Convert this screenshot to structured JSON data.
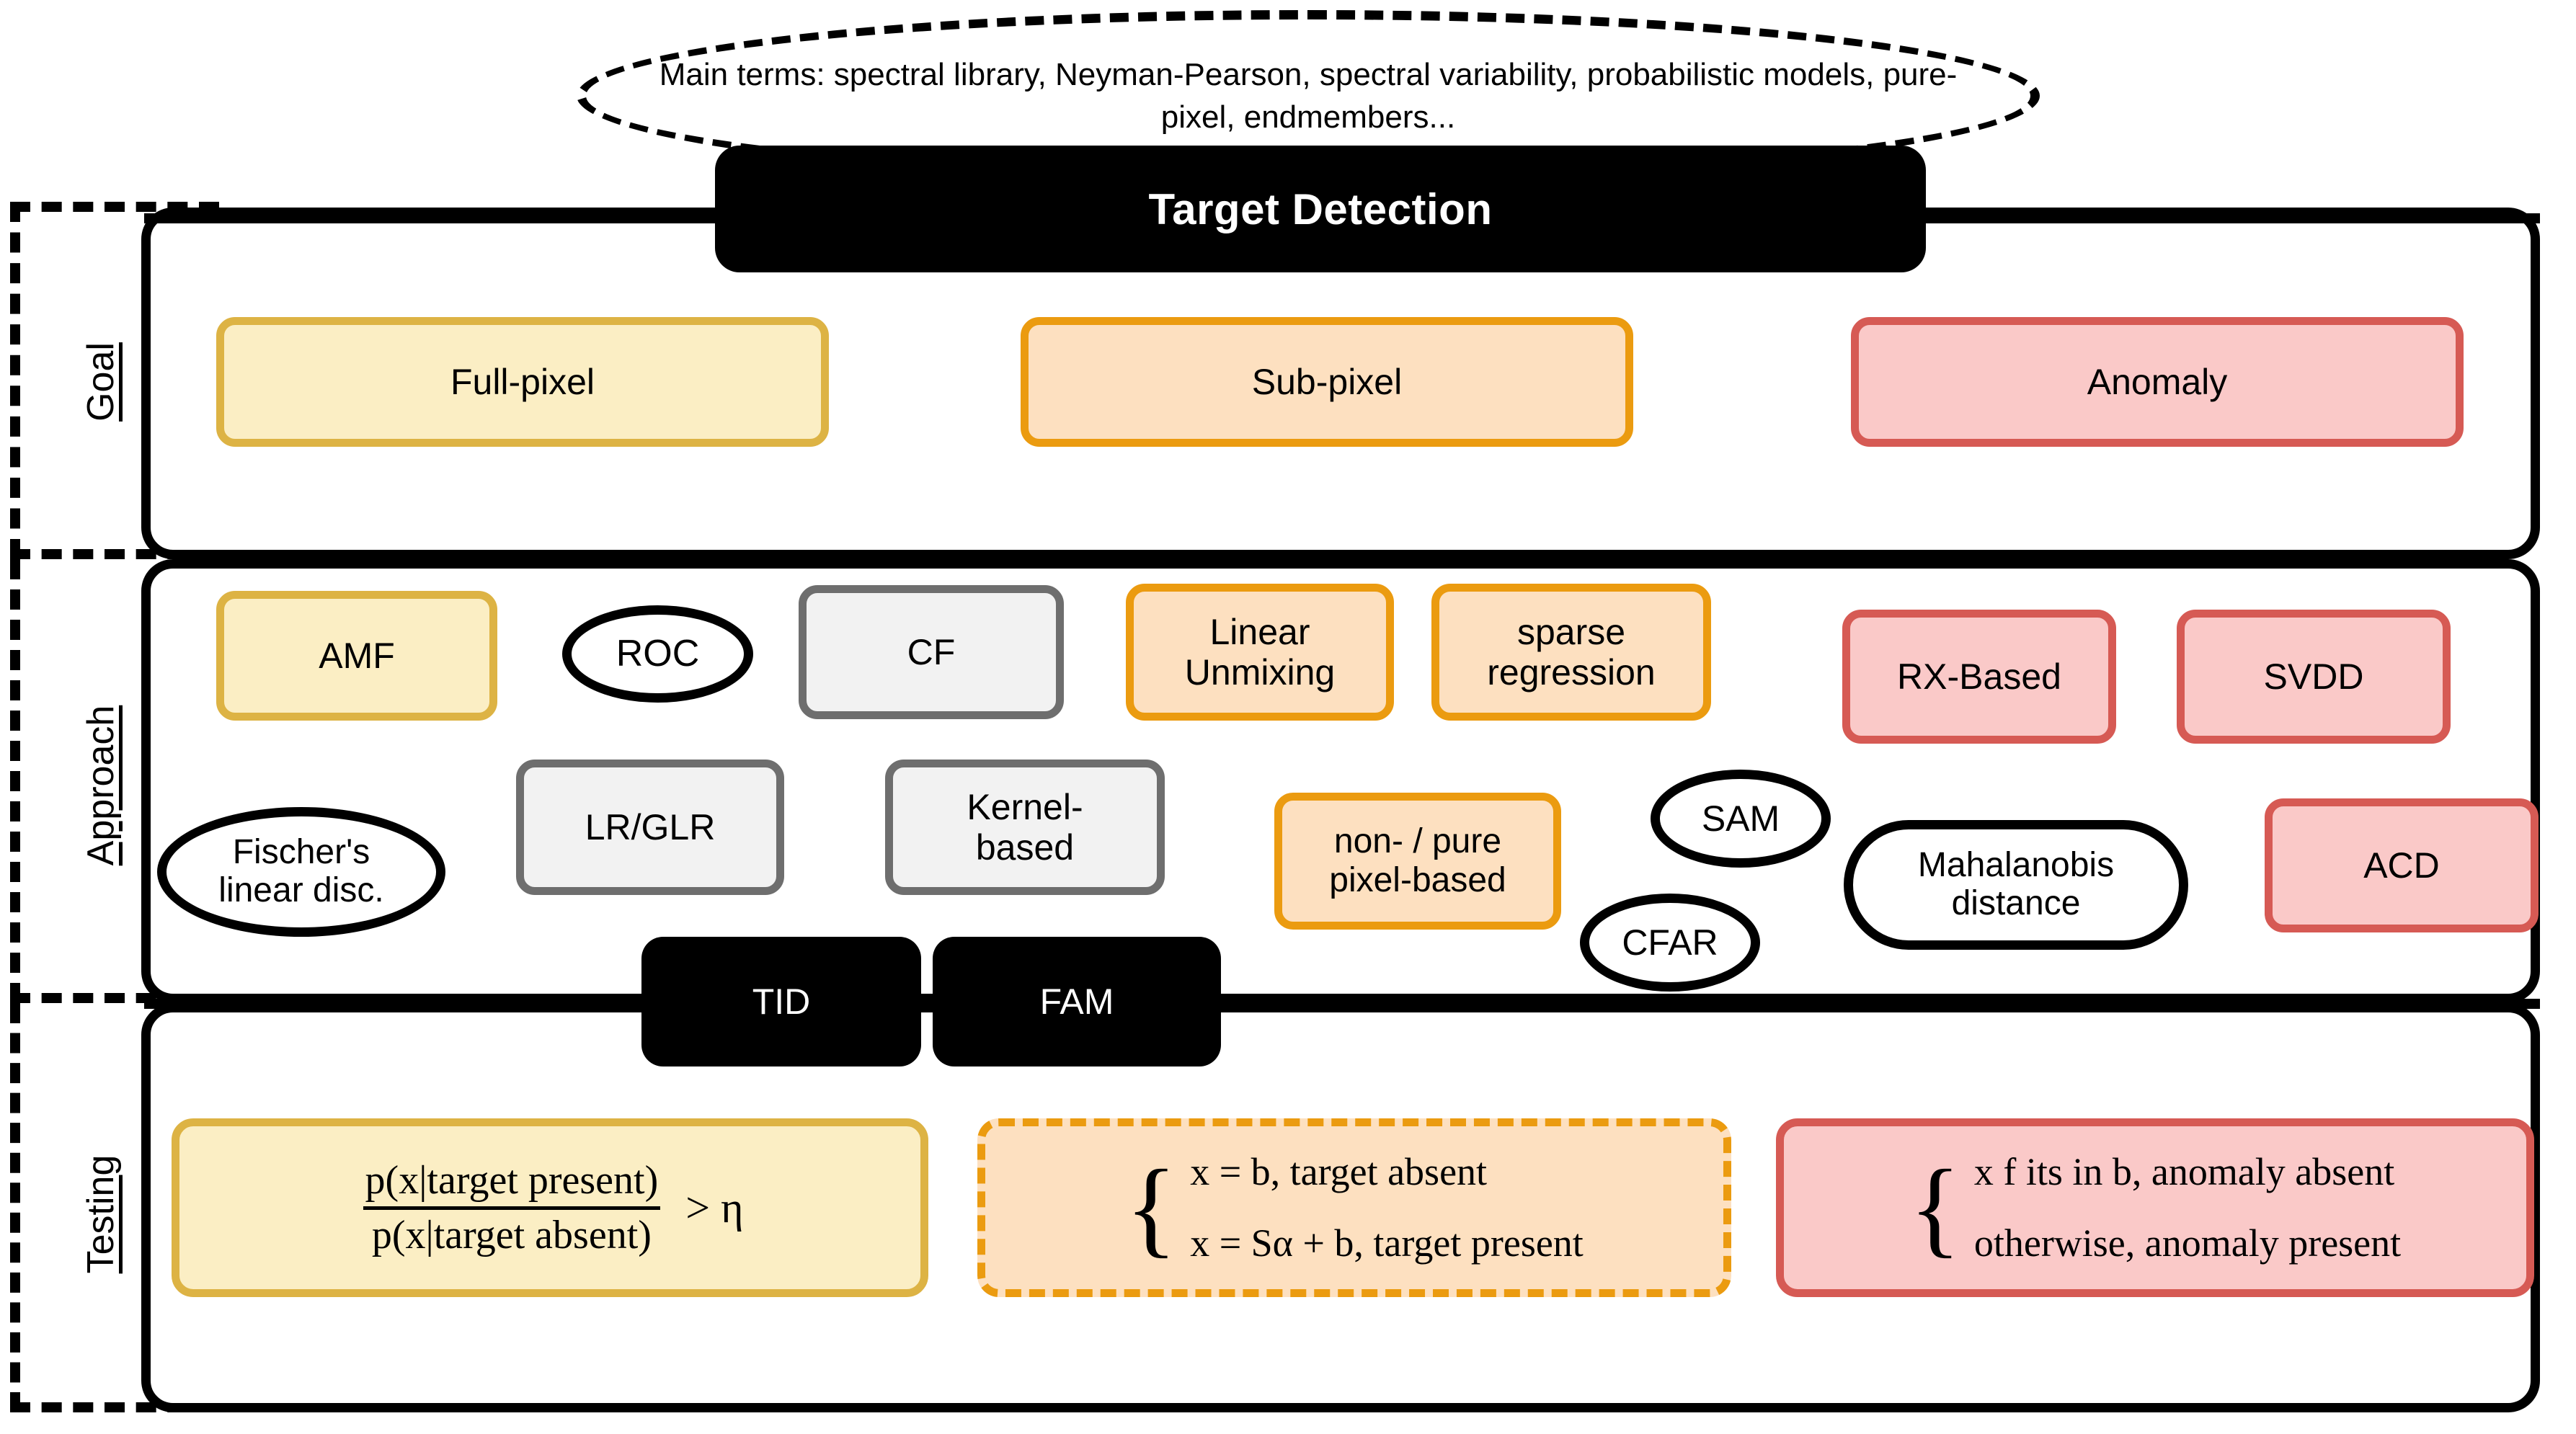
{
  "bubble": {
    "text": "Main terms: spectral library, Neyman-Pearson, spectral variability, probabilistic models, pure-pixel, endmembers..."
  },
  "title": {
    "label": "Target Detection"
  },
  "rows": [
    {
      "id": "goal",
      "label": "Goal"
    },
    {
      "id": "approach",
      "label": "Approach"
    },
    {
      "id": "testing",
      "label": "Testing"
    }
  ],
  "goal": {
    "nodes": [
      {
        "label": "Full-pixel",
        "style": "yellow"
      },
      {
        "label": "Sub-pixel",
        "style": "orange"
      },
      {
        "label": "Anomaly",
        "style": "red"
      }
    ]
  },
  "approach": {
    "nodes": [
      {
        "label": "AMF",
        "style": "yellow"
      },
      {
        "label": "ROC",
        "style": "pill"
      },
      {
        "label": "CF",
        "style": "grey"
      },
      {
        "label": "Linear\nUnmixing",
        "style": "orange"
      },
      {
        "label": "sparse\nregression",
        "style": "orange"
      },
      {
        "label": "RX-Based",
        "style": "red"
      },
      {
        "label": "SVDD",
        "style": "red"
      },
      {
        "label": "Fischer's\nlinear disc.",
        "style": "pill"
      },
      {
        "label": "LR/GLR",
        "style": "grey"
      },
      {
        "label": "Kernel-\nbased",
        "style": "grey"
      },
      {
        "label": "non- / pure\npixel-based",
        "style": "orange"
      },
      {
        "label": "SAM",
        "style": "pill"
      },
      {
        "label": "CFAR",
        "style": "pill"
      },
      {
        "label": "Mahalanobis\ndistance",
        "style": "pill"
      },
      {
        "label": "ACD",
        "style": "red"
      }
    ]
  },
  "connectors": {
    "tid": "TID",
    "fam": "FAM"
  },
  "testing": {
    "full_pixel_formula": {
      "numerator": "p(x|target present)",
      "denominator": "p(x|target absent)",
      "comparator": "> η"
    },
    "sub_pixel_formula": {
      "line1": "x = b, target absent",
      "line2": "x = Sα + b, target present"
    },
    "anomaly_formula": {
      "line1": "x f its in b, anomaly absent",
      "line2": "otherwise, anomaly present"
    }
  },
  "colors": {
    "yellow_fill": "#fbeec4",
    "yellow_border": "#ddb344",
    "orange_fill": "#fde0c0",
    "orange_border": "#eb9b10",
    "red_fill": "#fac9c8",
    "red_border": "#d65a54",
    "grey_fill": "#f2f2f2",
    "grey_border": "#6e6e6e",
    "black": "#000000",
    "white": "#ffffff"
  }
}
